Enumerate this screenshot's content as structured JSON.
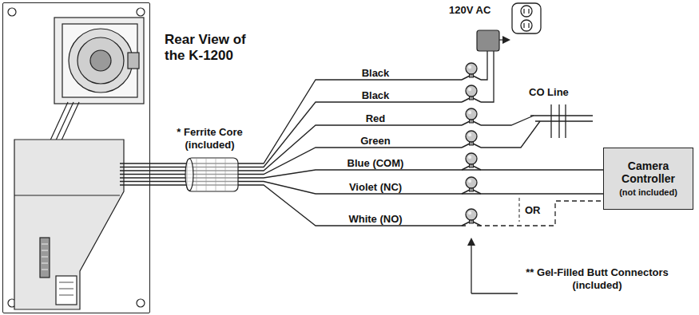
{
  "diagram": {
    "nodes": [
      {
        "text": [
          "Rear View of the K-1200"
        ]
      },
      {
        "text": [
          "Camera Controller",
          "(not included)"
        ]
      }
    ],
    "edges": [
      {
        "from": 0,
        "to": 1,
        "arrow": "none",
        "label": "Blue (COM)"
      },
      {
        "from": 0,
        "to": 1,
        "arrow": "none",
        "label": "Violet (NC)"
      },
      {
        "from": 0,
        "to": 1,
        "arrow": "none",
        "label": "White (NO)"
      }
    ],
    "labels": [
      "120V AC",
      "Black",
      "Black",
      "Red",
      "Green",
      "CO Line",
      "* Ferrite Core (included)",
      "OR",
      "** Gel-Filled Butt Connectors (included)"
    ]
  }
}
